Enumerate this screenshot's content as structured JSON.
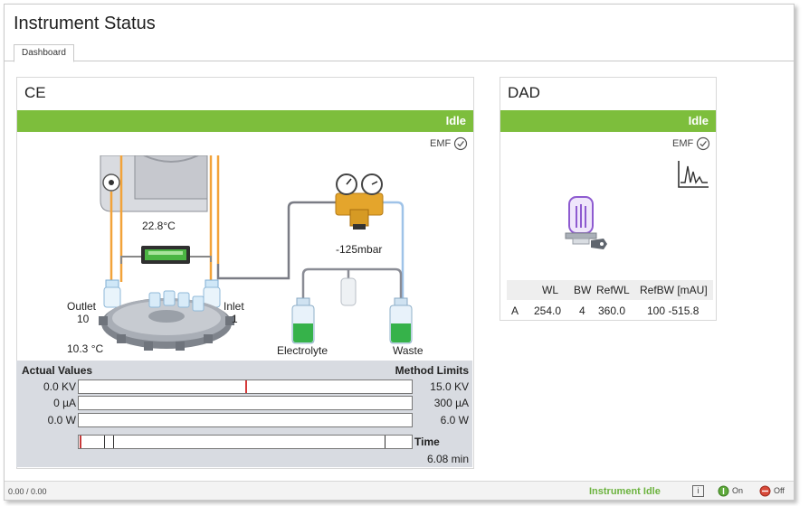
{
  "window": {
    "title": "Instrument Status"
  },
  "tabs": [
    {
      "label": "Dashboard"
    }
  ],
  "ce": {
    "title": "CE",
    "status": "Idle",
    "emf_label": "EMF",
    "temp_top": "22.8°C",
    "temp_bottom": "10.3 °C",
    "pressure": "-125mbar",
    "outlet": {
      "label": "Outlet",
      "number": "10"
    },
    "inlet": {
      "label": "Inlet",
      "number": "1"
    },
    "electrolyte_label": "Electrolyte",
    "waste_label": "Waste",
    "actual_values_header": "Actual Values",
    "method_limits_header": "Method Limits",
    "rows": [
      {
        "actual": "0.0 KV",
        "limit": "15.0 KV",
        "level": 0.5
      },
      {
        "actual": "0 µA",
        "limit": "300 µA",
        "level": 0.0
      },
      {
        "actual": "0.0 W",
        "limit": "6.0 W",
        "level": 0.0
      }
    ],
    "time_header": "Time",
    "time_value": "6.08 min"
  },
  "dad": {
    "title": "DAD",
    "status": "Idle",
    "emf_label": "EMF",
    "table": {
      "headers": [
        "WL",
        "BW",
        "RefWL",
        "RefBW [mAU]"
      ],
      "row_label": "A",
      "values": [
        "254.0",
        "4",
        "360.0",
        "100 -515.8"
      ]
    }
  },
  "bottom_bar": {
    "left_text": "0.00 / 0.00",
    "instrument_status": "Instrument Idle",
    "info_icon_label": "i",
    "on_label": "On",
    "off_label": "Off"
  },
  "colors": {
    "accent_green": "#7dbe3c",
    "tube": "#f2a33a",
    "vial_liquid": "#36b24a",
    "lamp_purple": "#8e5bd0"
  }
}
